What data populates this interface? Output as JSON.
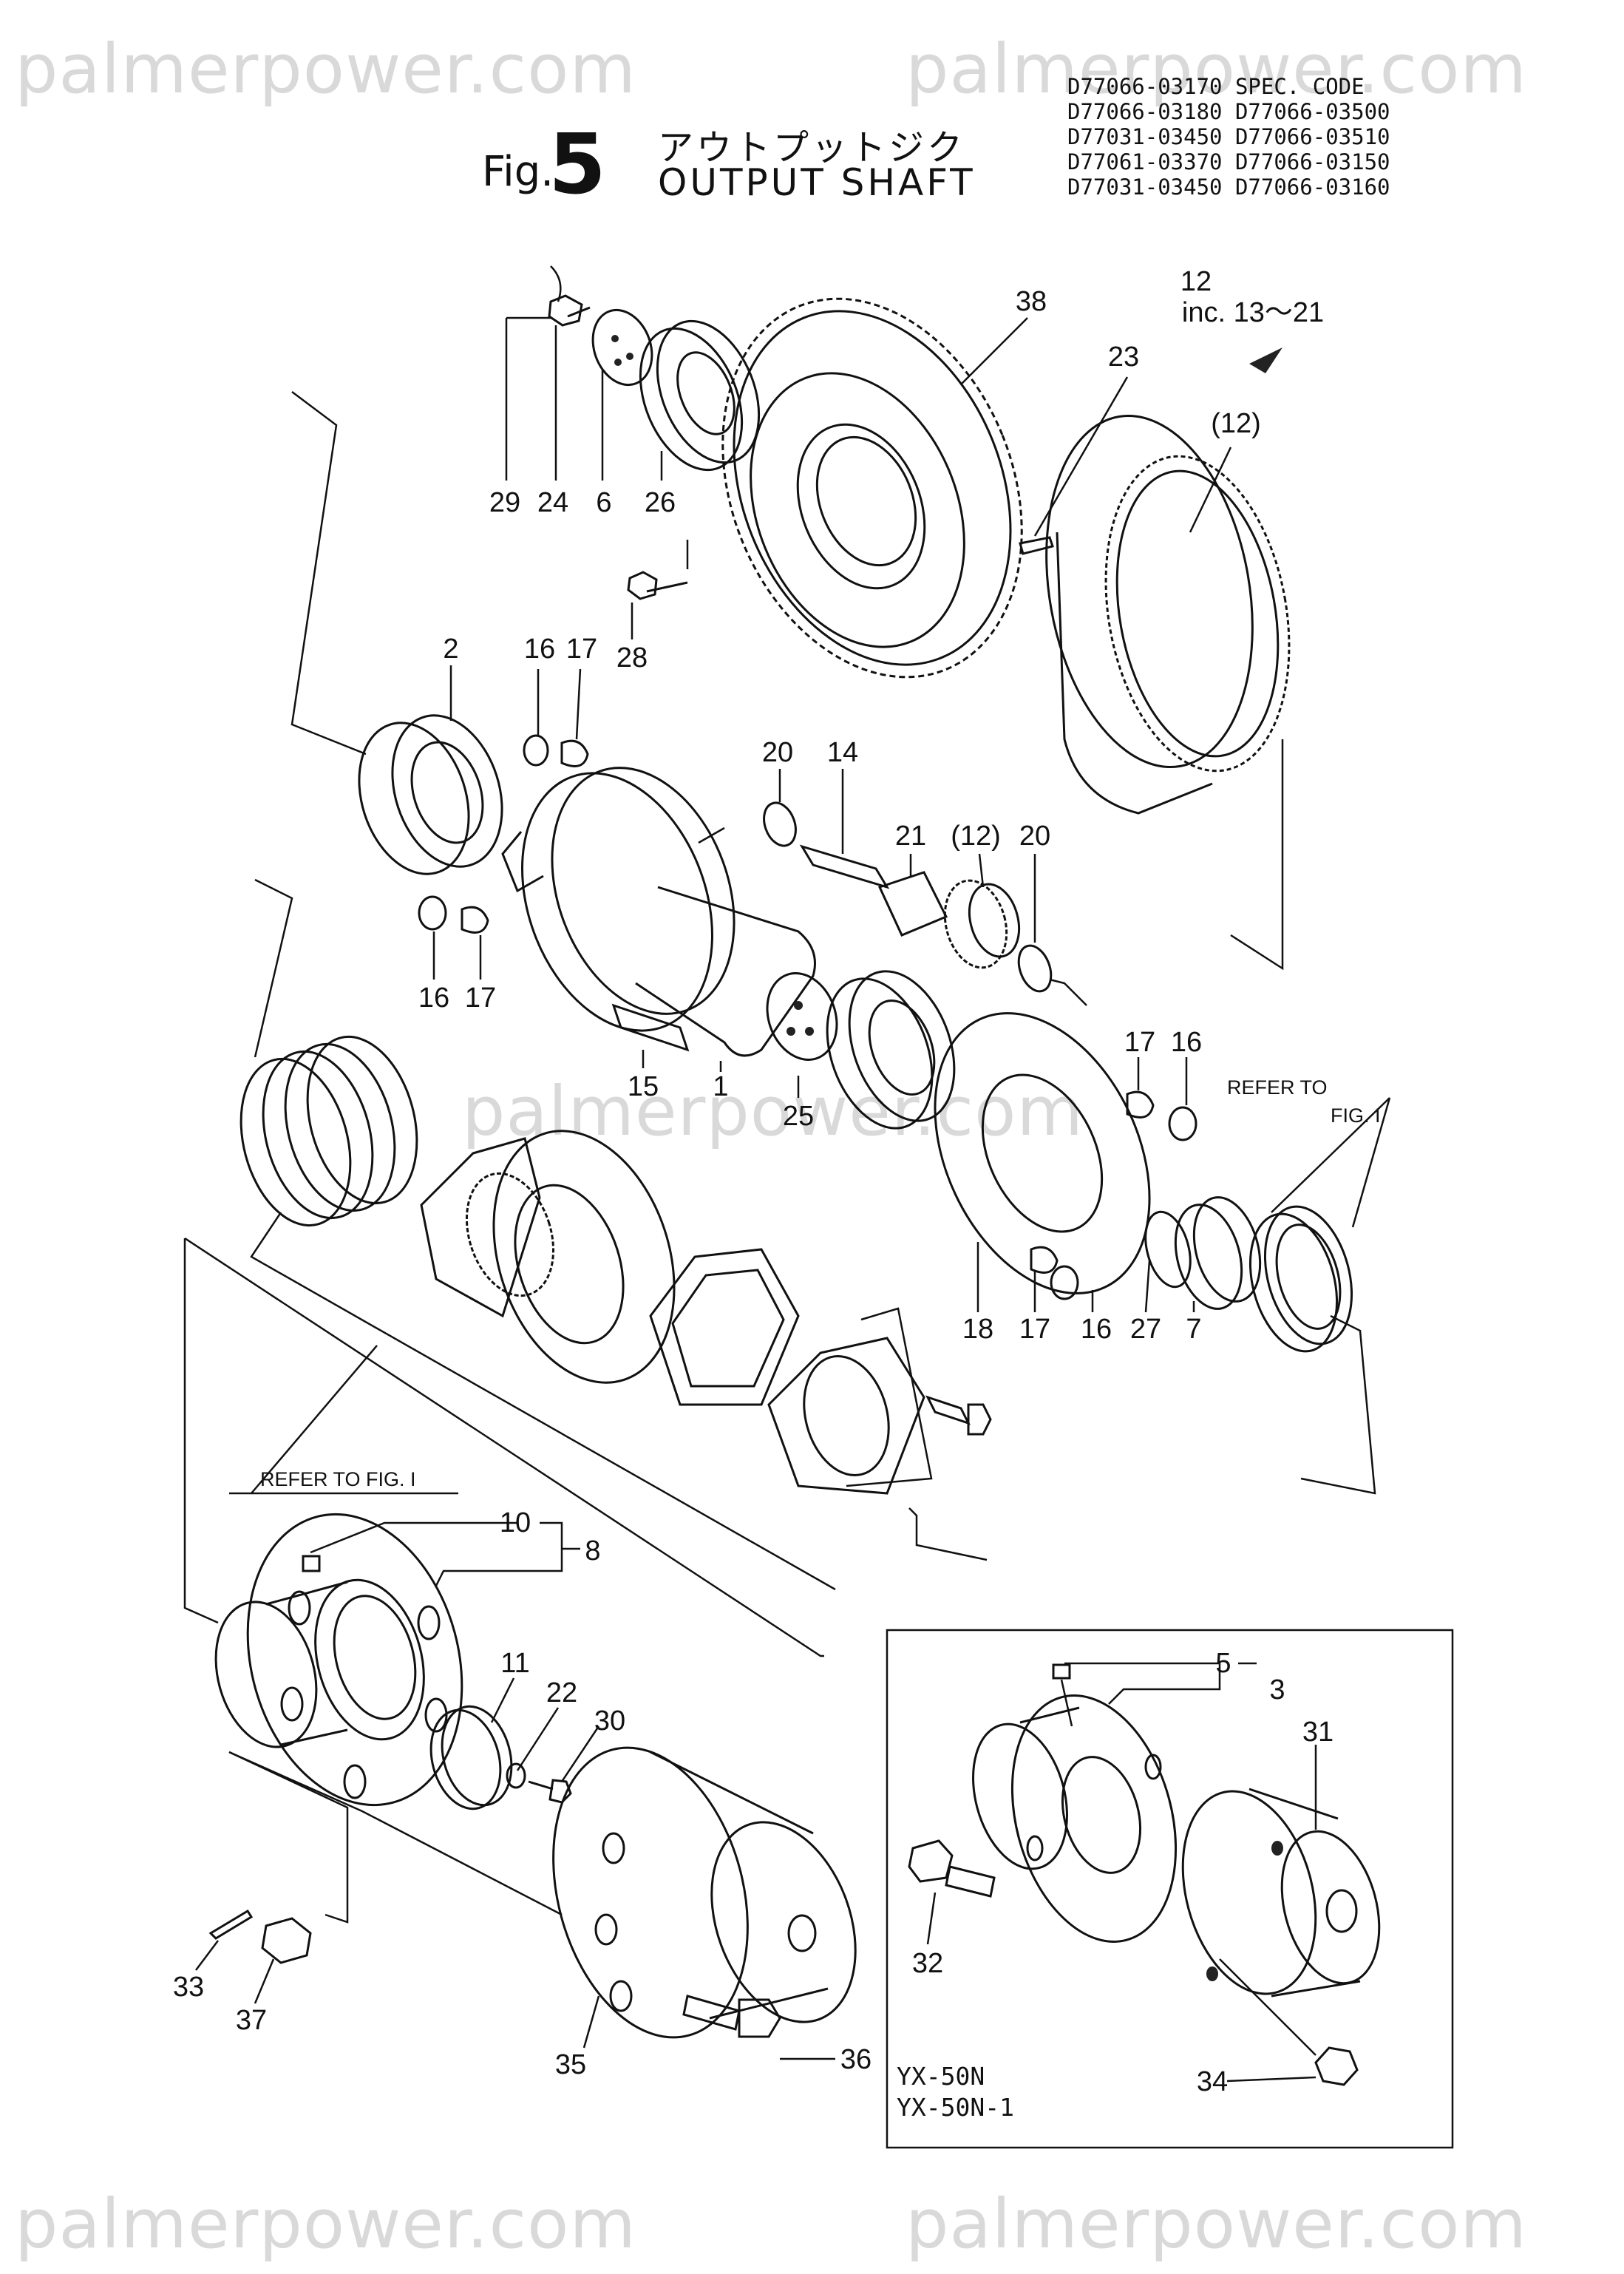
{
  "watermark": "palmerpower.com",
  "figure": {
    "prefix": "Fig.",
    "number": "5",
    "title_jp": "アウトプットジク",
    "title_en": "OUTPUT SHAFT"
  },
  "spec_codes": [
    "D77066-03170 SPEC. CODE",
    "D77066-03180 D77066-03500",
    "D77031-03450 D77066-03510",
    "D77061-03370 D77066-03150",
    "D77031-03450 D77066-03160"
  ],
  "callouts": {
    "c1": "1",
    "c2": "2",
    "c3": "3",
    "c5": "5",
    "c6": "6",
    "c7": "7",
    "c8": "8",
    "c10": "10",
    "c11": "11",
    "c12": "12",
    "c12_inc": "inc. 13～21",
    "c12_paren": "(12)",
    "c12_paren_b": "(12)",
    "c14": "14",
    "c15": "15",
    "c16a": "16",
    "c16b": "16",
    "c16c": "16",
    "c16d": "16",
    "c17a": "17",
    "c17b": "17",
    "c17c": "17",
    "c17d": "17",
    "c18": "18",
    "c20a": "20",
    "c20b": "20",
    "c21": "21",
    "c22": "22",
    "c23": "23",
    "c24": "24",
    "c25": "25",
    "c26": "26",
    "c27": "27",
    "c28": "28",
    "c29": "29",
    "c30": "30",
    "c31": "31",
    "c32": "32",
    "c33": "33",
    "c34": "34",
    "c35": "35",
    "c36": "36",
    "c37": "37",
    "c38": "38"
  },
  "notes": {
    "refer_upper_a": "REFER TO",
    "refer_upper_b": "FIG. I",
    "refer_lower": "REFER TO FIG. I"
  },
  "variant": {
    "line1": "YX-50N",
    "line2": "YX-50N-1"
  }
}
